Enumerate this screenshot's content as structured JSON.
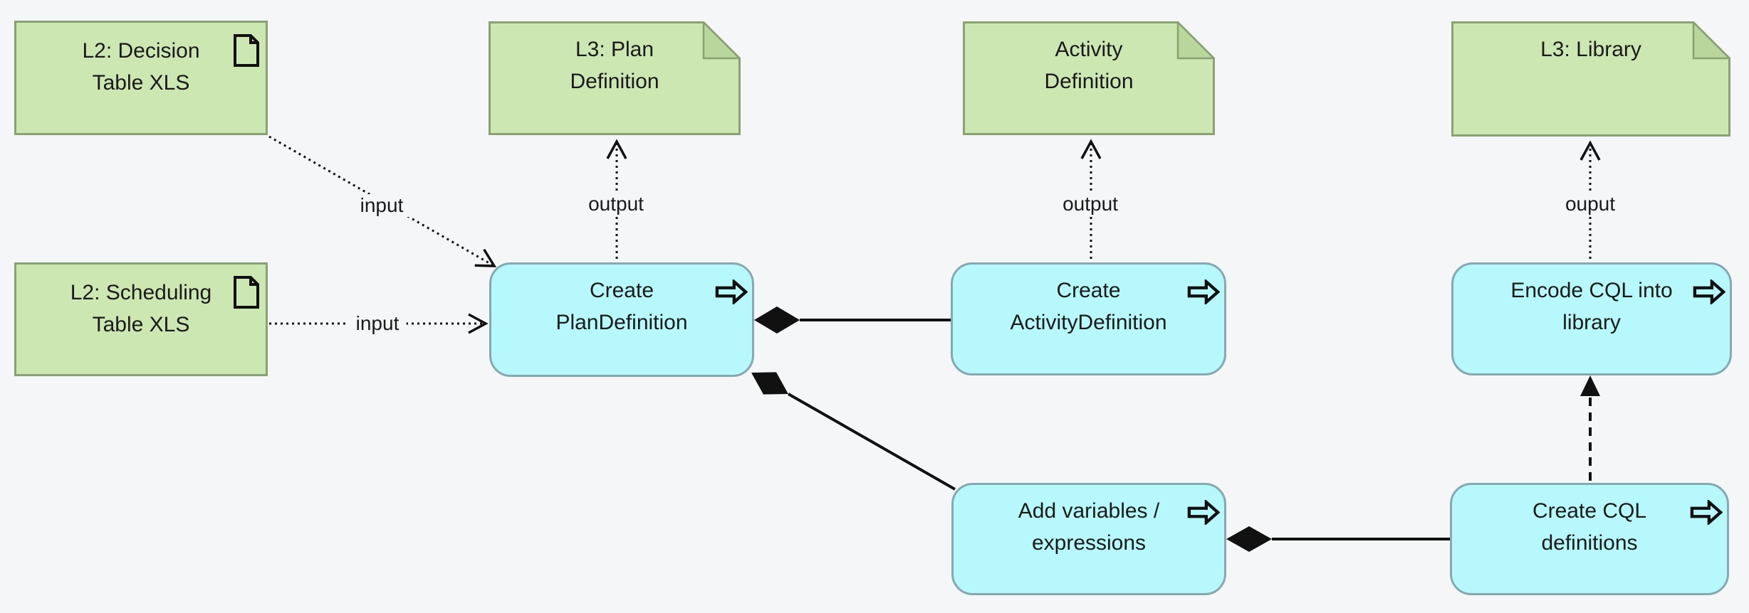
{
  "diagram": {
    "title": "Plan / CQL authoring process diagram",
    "colors": {
      "background": "#f4f6f7",
      "note_fill": "#cde7b3",
      "note_border": "#8aa273",
      "note_fold": "#b9d69c",
      "process_fill": "#b6f8fc",
      "process_border": "#84a9b0",
      "line": "#111111"
    },
    "nodes": {
      "decision": {
        "line1": "L2: Decision",
        "line2": "Table XLS",
        "icon": "document-icon"
      },
      "scheduling": {
        "line1": "L2: Scheduling",
        "line2": "Table XLS",
        "icon": "document-icon"
      },
      "plan": {
        "line1": "L3: Plan",
        "line2": "Definition"
      },
      "activity": {
        "line1": "Activity",
        "line2": "Definition"
      },
      "library": {
        "line1": "L3: Library"
      },
      "create_plan": {
        "line1": "Create",
        "line2": "PlanDefinition",
        "icon": "process-arrow-icon"
      },
      "create_activity": {
        "line1": "Create",
        "line2": "ActivityDefinition",
        "icon": "process-arrow-icon"
      },
      "encode_cql": {
        "line1": "Encode CQL into",
        "line2": "library",
        "icon": "process-arrow-icon"
      },
      "add_vars": {
        "line1": "Add variables /",
        "line2": "expressions",
        "icon": "process-arrow-icon"
      },
      "create_cql": {
        "line1": "Create CQL",
        "line2": "definitions",
        "icon": "process-arrow-icon"
      }
    },
    "edge_labels": {
      "input1": "input",
      "input2": "input",
      "output1": "output",
      "output2": "output",
      "ouput": "ouput"
    }
  }
}
